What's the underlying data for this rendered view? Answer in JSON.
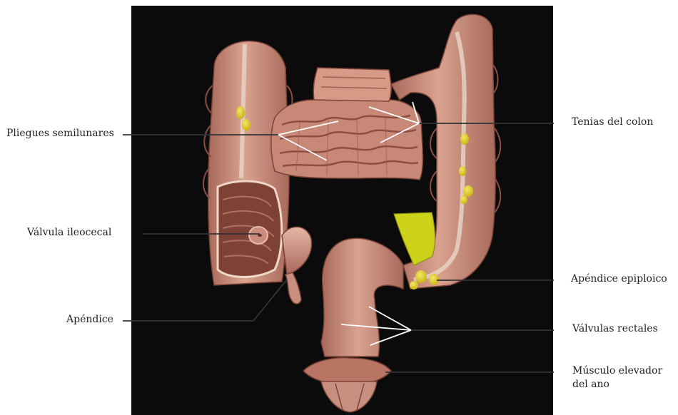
{
  "labels": {
    "pliegues": "Pliegues semilunares",
    "tenias": "Tenias del colon",
    "valvula_ileocecal": "Válvula ileocecal",
    "apendice_epiploico": "Apéndice epiploico",
    "apendice": "Apéndice",
    "valvulas_rectales": "Válvulas rectales",
    "musculo_line1": "Músculo elevador",
    "musculo_line2": "del ano"
  },
  "colors": {
    "background": "#0b0b0b",
    "tissue": "#c98f7e",
    "tissue_dark": "#9b5e50",
    "tissue_light": "#e3b3a2",
    "taenia": "#e8d2c4",
    "fat": "#e5cf1f",
    "leader": "#ffffff",
    "leader_outside": "#333333"
  }
}
